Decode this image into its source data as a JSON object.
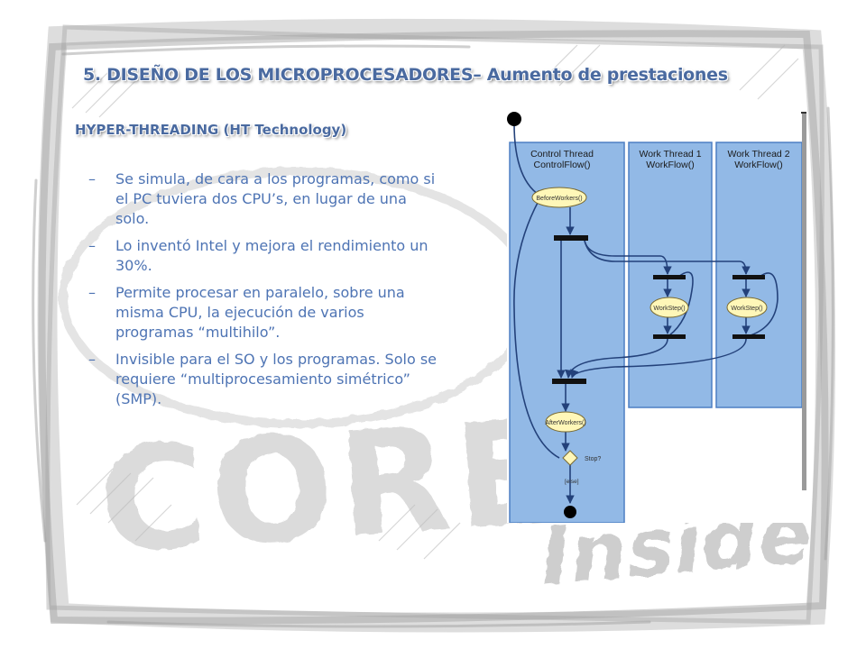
{
  "slide": {
    "title": "5. DISEÑO DE LOS MICROPROCESADORES– Aumento de prestaciones",
    "section_heading": "HYPER-THREADING  (HT Technology)",
    "bullet_marker": "–",
    "bullets": [
      "Se simula, de cara a los programas, como si el PC tuviera dos CPU’s, en lugar de una solo.",
      "Lo inventó Intel y mejora el rendimiento un 30%.",
      "Permite procesar en paralelo, sobre una misma CPU, la ejecución de varios programas “multihilo”.",
      "Invisible para el SO y los programas. Solo se requiere “multiprocesamiento simétrico” (SMP)."
    ]
  },
  "background": {
    "watermark_words": [
      "CORE",
      "Inside"
    ],
    "color": "#9a9a9a"
  },
  "diagram": {
    "lanes": [
      {
        "title": "Control Thread",
        "subtitle": "ControlFlow()"
      },
      {
        "title": "Work Thread 1",
        "subtitle": "WorkFlow()"
      },
      {
        "title": "Work Thread 2",
        "subtitle": "WorkFlow()"
      }
    ],
    "activities": {
      "before_workers": "BeforeWorkers()",
      "work_step_1": "WorkStep()",
      "work_step_2": "WorkStep()",
      "after_workers": "AfterWorkers()"
    },
    "decision_label": "Stop?",
    "else_label": "[else]",
    "colors": {
      "lane": "#92b9e6",
      "lane_border": "#4d7fc3",
      "activity": "#fff7b8",
      "arrow": "#23417a"
    }
  }
}
